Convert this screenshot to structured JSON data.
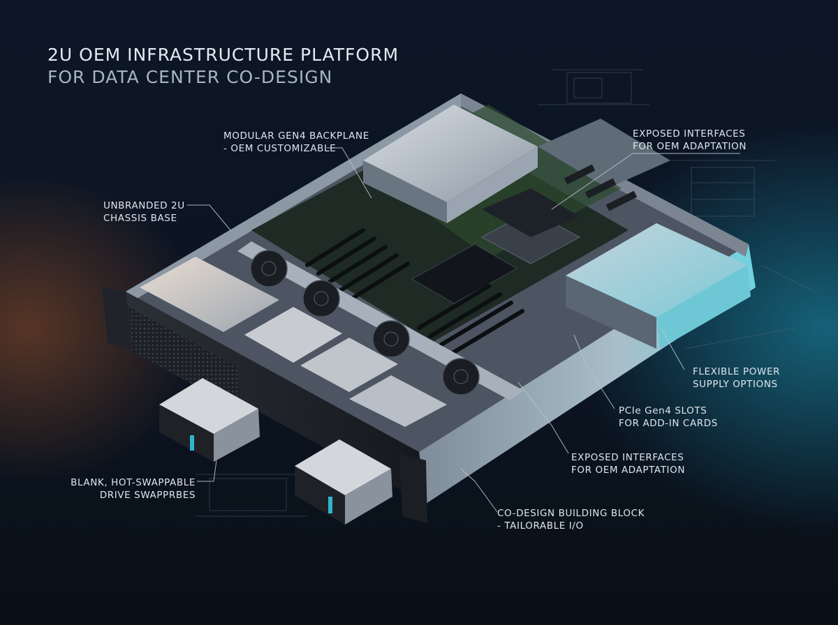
{
  "title": {
    "line1": "2U OEM INFRASTRUCTURE PLATFORM",
    "line2": "FOR DATA CENTER CO-DESIGN"
  },
  "callouts": {
    "backplane": [
      "MODULAR GEN4 BACKPLANE",
      "- OEM CUSTOMIZABLE"
    ],
    "interfaces_top": [
      "EXPOSED INTERFACES",
      "FOR OEM ADAPTATION"
    ],
    "chassis": [
      "UNBRANDED 2U",
      "CHASSIS BASE"
    ],
    "power": [
      "FLEXIBLE POWER",
      "SUPPLY OPTIONS"
    ],
    "pcie": [
      "PCIe Gen4 SLOTS",
      "FOR ADD-IN CARDS"
    ],
    "interfaces_mid": [
      "EXPOSED INTERFACES",
      "FOR OEM ADAPTATION"
    ],
    "drives": [
      "BLANK, HOT-SWAPPABLE",
      "DRIVE SWAPPRBES"
    ],
    "codesign": [
      "CO-DESIGN BUILDING BLOCK",
      "- TAILORABLE I/O"
    ]
  },
  "colors": {
    "accent_cyan": "#2fb6cc",
    "accent_orange": "#c7723a",
    "leader_line": "#b9c3cf"
  }
}
